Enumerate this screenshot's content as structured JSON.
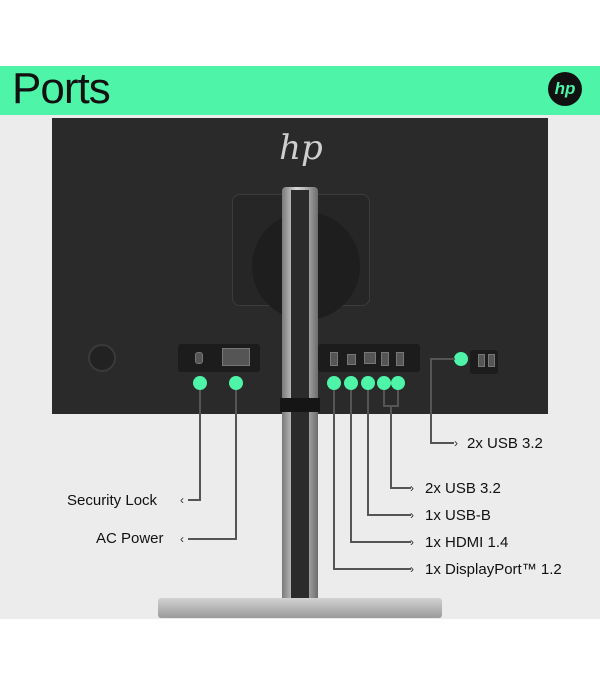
{
  "header": {
    "title": "Ports",
    "brand": "hp"
  },
  "monitor_logo": "hp",
  "callouts": {
    "security_lock": "Security Lock",
    "ac_power": "AC Power",
    "usb_side": "2x USB 3.2",
    "usb_rear": "2x USB 3.2",
    "usb_b": "1x USB-B",
    "hdmi": "1x HDMI 1.4",
    "displayport": "1x DisplayPort™ 1.2"
  },
  "colors": {
    "accent": "#4ef5a8",
    "monitor_body": "#2a2a2a"
  }
}
